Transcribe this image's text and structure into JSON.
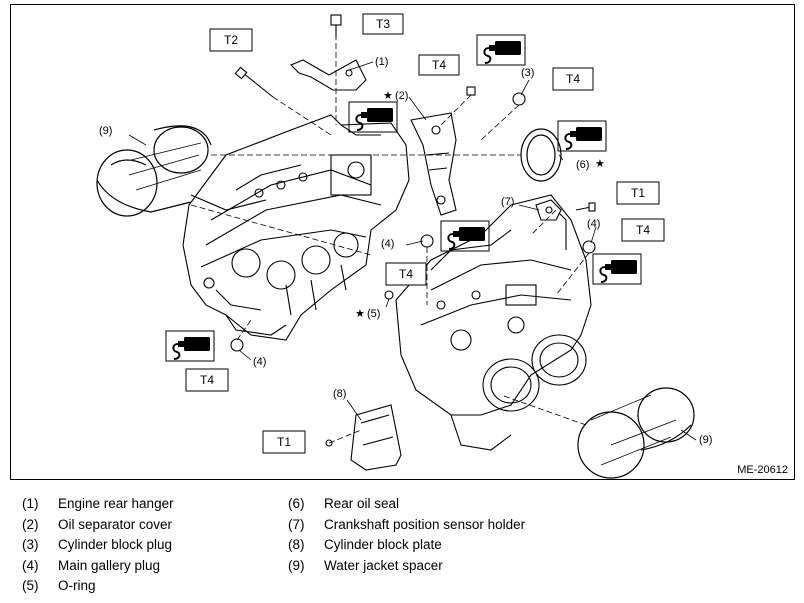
{
  "figure": {
    "id": "ME-20612",
    "torque_tags": {
      "t3": "T3",
      "t2": "T2",
      "t4_top": "T4",
      "t4_plug": "T4",
      "t1_sensor": "T1",
      "t4_right": "T4",
      "t4_gallery": "T4",
      "t4_bottom": "T4",
      "t1_plate": "T1"
    },
    "callouts": {
      "c1": "(1)",
      "c2": "(2)",
      "c3": "(3)",
      "c4a": "(4)",
      "c4b": "(4)",
      "c4c": "(4)",
      "c5": "(5)",
      "c6": "(6)",
      "c7": "(7)",
      "c8": "(8)",
      "c9a": "(9)",
      "c9b": "(9)"
    },
    "marks": {
      "star": "★"
    },
    "icons": [
      "sealant-tube-icon",
      "sealant-tube-icon",
      "sealant-tube-icon",
      "sealant-tube-icon",
      "sealant-tube-icon"
    ]
  },
  "legend": {
    "left": [
      {
        "num": "(1)",
        "text": "Engine rear hanger"
      },
      {
        "num": "(2)",
        "text": "Oil separator cover"
      },
      {
        "num": "(3)",
        "text": "Cylinder block plug"
      },
      {
        "num": "(4)",
        "text": "Main gallery plug"
      },
      {
        "num": "(5)",
        "text": "O-ring"
      }
    ],
    "right": [
      {
        "num": "(6)",
        "text": "Rear oil seal"
      },
      {
        "num": "(7)",
        "text": "Crankshaft position sensor holder"
      },
      {
        "num": "(8)",
        "text": "Cylinder block plate"
      },
      {
        "num": "(9)",
        "text": "Water jacket spacer"
      }
    ]
  }
}
